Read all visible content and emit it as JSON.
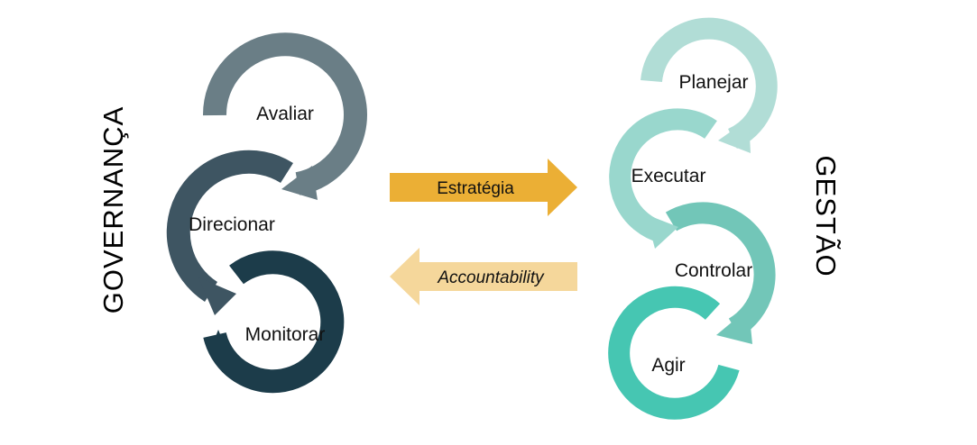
{
  "governanca": {
    "title": "GOVERNANÇA",
    "steps": {
      "avaliar": "Avaliar",
      "direcionar": "Direcionar",
      "monitorar": "Monitorar"
    }
  },
  "gestao": {
    "title": "GESTÃO",
    "steps": {
      "planejar": "Planejar",
      "executar": "Executar",
      "controlar": "Controlar",
      "agir": "Agir"
    }
  },
  "arrows": {
    "estrategia": "Estratégia",
    "accountability": "Accountability"
  },
  "colors": {
    "avaliar": "#6a7e86",
    "direcionar": "#3e5562",
    "monitorar": "#1c3c4a",
    "planejar": "#b1ddd6",
    "executar": "#99d7cd",
    "controlar": "#72c6b8",
    "agir": "#46c6b2",
    "estrategia": "#ebaf35",
    "accountability": "#f5d79b"
  }
}
